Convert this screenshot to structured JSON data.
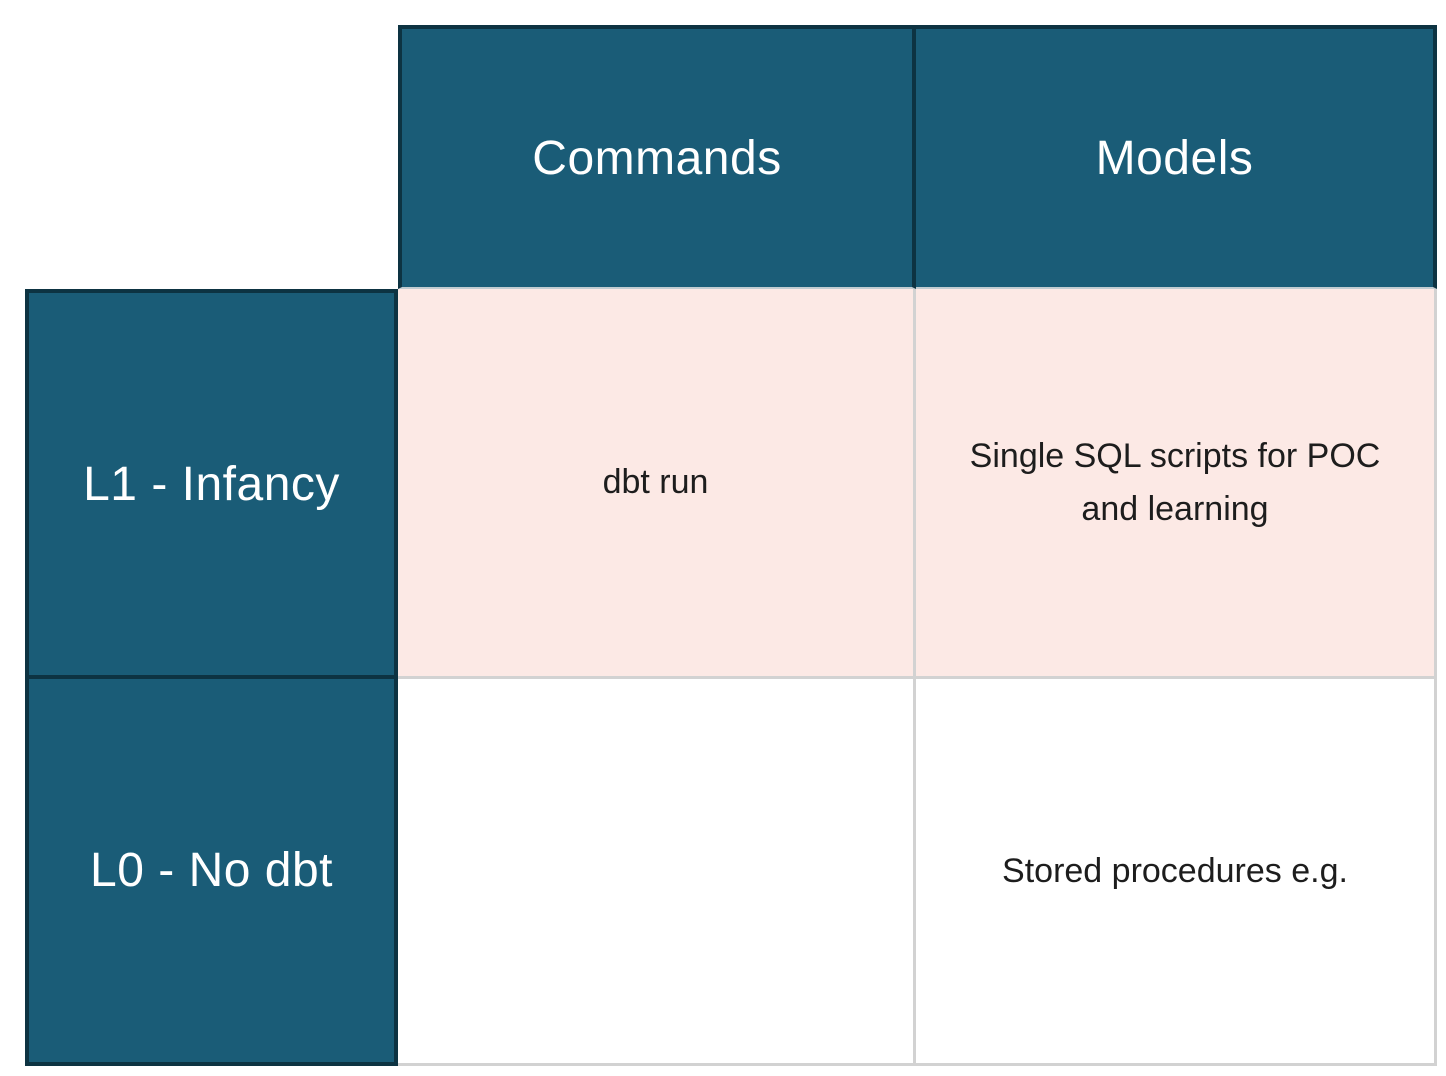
{
  "chart_data": {
    "type": "table",
    "title": "",
    "columns": [
      "",
      "Commands",
      "Models"
    ],
    "rows": [
      [
        "L1 - Infancy",
        "dbt run",
        "Single SQL scripts for POC and learning"
      ],
      [
        "L0 - No dbt",
        "",
        "Stored procedures e.g."
      ]
    ],
    "layout_hints": {
      "header_row_on_top": true,
      "header_column_on_left": true,
      "top_left_corner_empty": true,
      "highlighted_rows": [
        "L1 - Infancy"
      ]
    }
  },
  "matrix": {
    "col_headers": {
      "commands": "Commands",
      "models": "Models"
    },
    "row_headers": {
      "l1": "L1 - Infancy",
      "l0": "L0 - No dbt"
    },
    "cells": {
      "l1_commands": "dbt run",
      "l1_models": "Single SQL scripts for POC and learning",
      "l0_commands": "",
      "l0_models": "Stored procedures e.g."
    },
    "colors": {
      "header_bg": "#1a5c77",
      "header_border": "#0d3342",
      "highlight_row_bg": "#fce9e5",
      "plain_row_bg": "#ffffff",
      "grid_line": "#d2d2d2",
      "header_underline": "#c2ccd1",
      "text_on_dark": "#ffffff",
      "text_on_light": "#1d1d1d"
    }
  }
}
